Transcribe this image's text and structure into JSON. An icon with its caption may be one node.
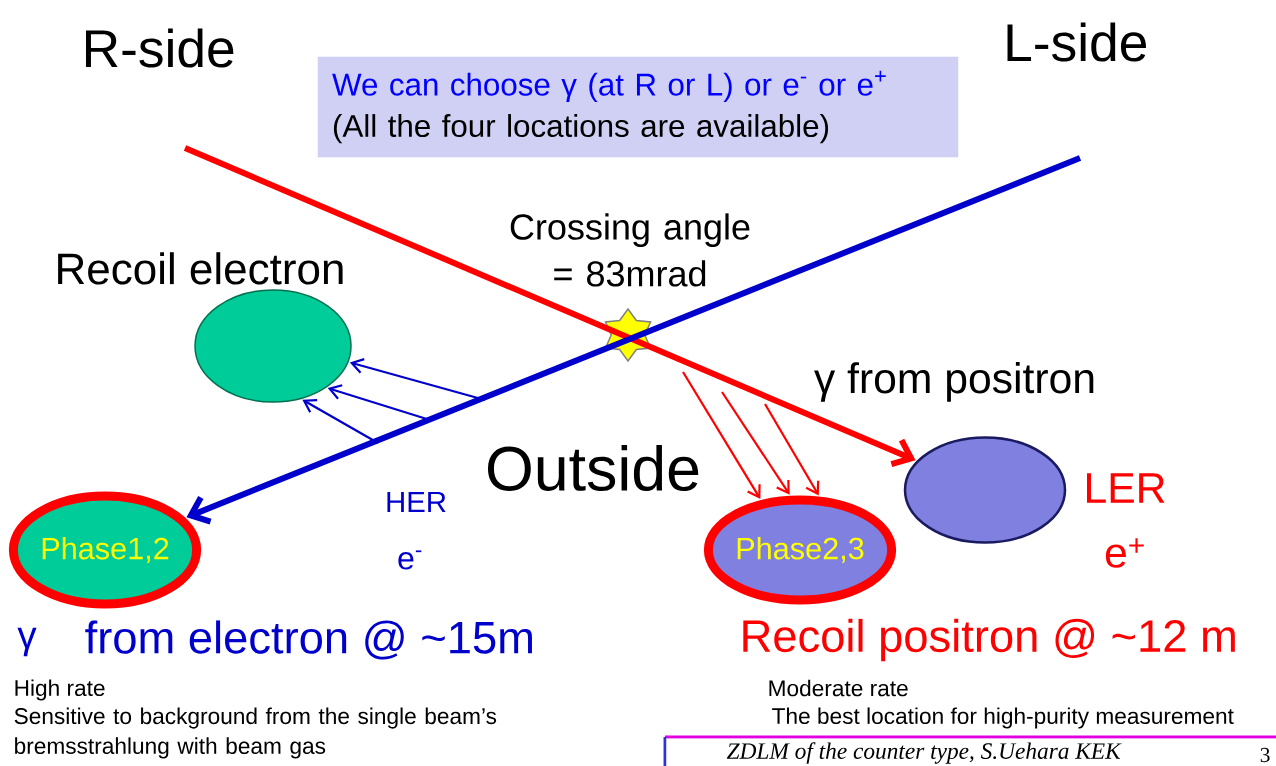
{
  "diagram": {
    "nodes": [
      {
        "text": [
          "Recoil electron"
        ]
      },
      {
        "text": [
          "Phase1,2"
        ]
      },
      {
        "text": [
          "Phase2,3"
        ]
      },
      {
        "text": [],
        "shape": "circle"
      },
      {
        "text": [],
        "shape": "star"
      },
      {
        "text": [
          "We can choose γ (at R or L)  or e$^{-}$ or e$^{+}$",
          "(All the four locations are available)"
        ]
      }
    ],
    "edges": [
      {
        "from": null,
        "to": 3,
        "arrow": "to",
        "style": "thick",
        "color": "#ff0000"
      },
      {
        "from": null,
        "to": 1,
        "arrow": "to",
        "style": "thick",
        "color": "#0000cc"
      },
      {
        "from": null,
        "to": 0,
        "arrow": "to",
        "color": "#0000cc"
      },
      {
        "from": null,
        "to": 0,
        "arrow": "to",
        "color": "#0000cc"
      },
      {
        "from": null,
        "to": 0,
        "arrow": "to",
        "color": "#0000cc"
      },
      {
        "from": null,
        "to": 2,
        "arrow": "to",
        "color": "#ff0000"
      },
      {
        "from": null,
        "to": 2,
        "arrow": "to",
        "color": "#ff0000"
      },
      {
        "from": null,
        "to": 2,
        "arrow": "to",
        "color": "#ff0000"
      }
    ],
    "labels": [
      "R-side",
      "L-side",
      "Crossing angle = 83mrad",
      "Outside",
      "γ from positron",
      "HER",
      "e$^{-}$",
      "LER",
      "e$^{+}$",
      "γ",
      "from electron @ ~15m",
      "Recoil positron @ ~12 m",
      "High rate",
      "Sensitive to background from the single beam’s bremsstrahlung with beam gas",
      "Moderate rate",
      "The best location for high-purity measurement",
      "ZDLM of the counter type, S.Uehara KEK",
      "3"
    ]
  }
}
